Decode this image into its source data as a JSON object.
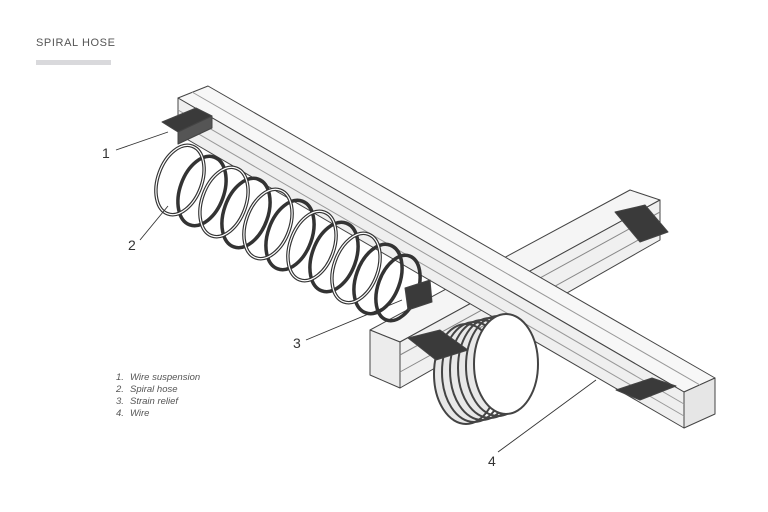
{
  "title": "SPIRAL HOSE",
  "legend": [
    {
      "num": "1.",
      "label": "Wire suspension"
    },
    {
      "num": "2.",
      "label": "Spiral hose"
    },
    {
      "num": "3.",
      "label": "Strain relief"
    },
    {
      "num": "4.",
      "label": "Wire"
    }
  ],
  "callouts": [
    "1",
    "2",
    "3",
    "4"
  ],
  "colors": {
    "line": "#333333",
    "beam": "#f4f4f4",
    "bracket": "#3a3a3a",
    "title_bar": "#d9d9dc"
  }
}
